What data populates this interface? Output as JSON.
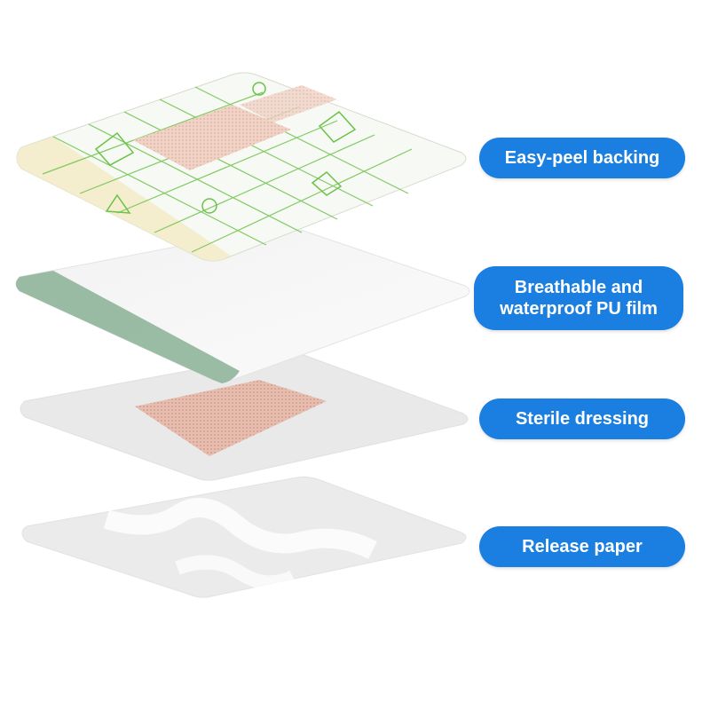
{
  "labels": {
    "backing": "Easy-peel backing",
    "film_line1": "Breathable and",
    "film_line2": "waterproof PU film",
    "dressing": "Sterile dressing",
    "release": "Release paper"
  },
  "colors": {
    "label_bg": "#1a7fe0",
    "label_text": "#ffffff",
    "grid_green": "#6cc24a",
    "pad_pink": "#e3b9aa",
    "film_green": "#8fb59a"
  }
}
